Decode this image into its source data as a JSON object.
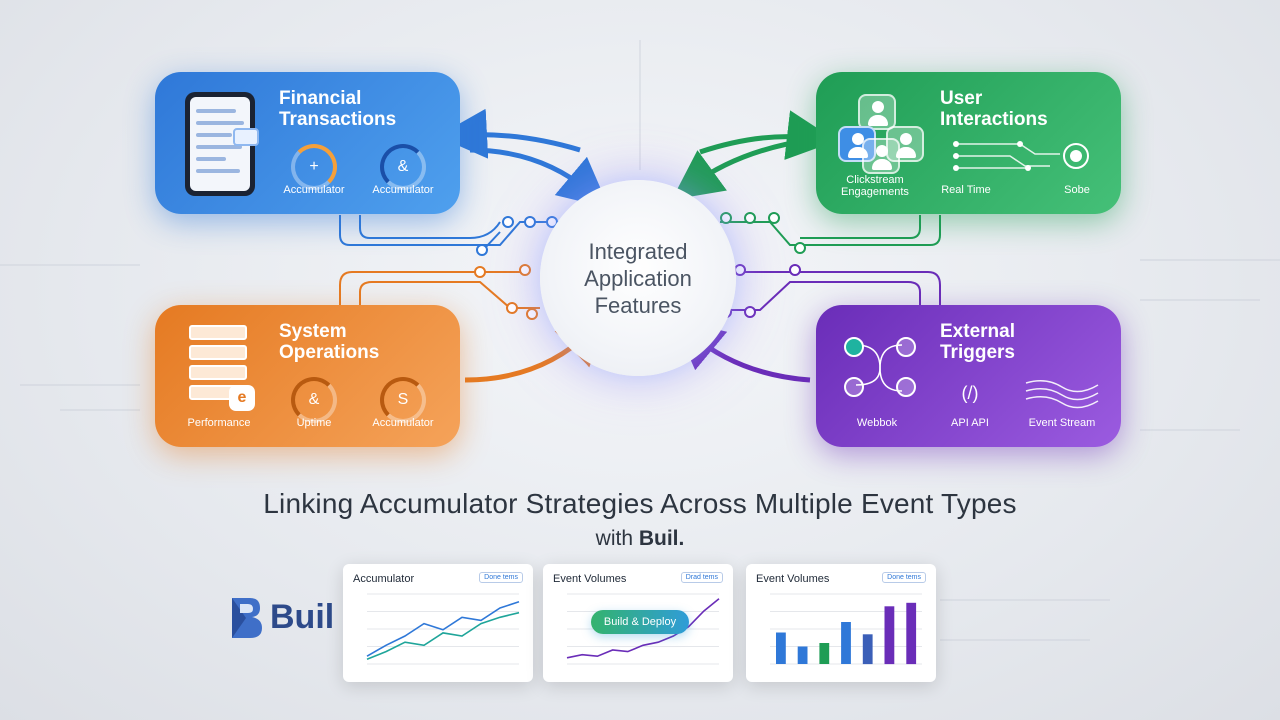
{
  "hub": {
    "lines": [
      "Integrated",
      "Application",
      "Features"
    ]
  },
  "cards": {
    "financial": {
      "title": [
        "Financial",
        "Transactions"
      ],
      "labels": [
        "Accumulator",
        "Accumulator"
      ],
      "gauge_glyphs": [
        "+",
        "&"
      ],
      "color": "#2f78d8"
    },
    "user": {
      "title": [
        "User",
        "Interactions"
      ],
      "labels": [
        "Clickstream",
        "Engagements",
        "Real Time",
        "Sobe"
      ],
      "color": "#1f9d55"
    },
    "system": {
      "title": [
        "System",
        "Operations"
      ],
      "labels": [
        "Performance",
        "Uptime",
        "Accumulator"
      ],
      "gauge_glyphs": [
        "&",
        "S"
      ],
      "badge_glyph": "e",
      "color": "#e57a22"
    },
    "external": {
      "title": [
        "External",
        "Triggers"
      ],
      "labels": [
        "Webbok",
        "API API",
        "Event Stream"
      ],
      "api_glyph": "(/)",
      "color": "#6a2db8"
    }
  },
  "headline": "Linking Accumulator Strategies Across Multiple Event Types",
  "subheadline": {
    "prefix": "with ",
    "brand": "Buil."
  },
  "brand": {
    "name": "Buil"
  },
  "panels": [
    {
      "title": "Accumulator",
      "button": "Done tems",
      "chart_data": {
        "type": "line",
        "series": [
          {
            "values": [
              5,
              12,
              18,
              26,
              22,
              30,
              28,
              36,
              40
            ]
          },
          {
            "values": [
              3,
              8,
              14,
              12,
              20,
              18,
              26,
              30,
              33
            ]
          }
        ],
        "ylim": [
          0,
          45
        ]
      }
    },
    {
      "title": "Event Volumes",
      "button": "Drad tems",
      "chart_data": {
        "type": "line",
        "series": [
          {
            "values": [
              4,
              6,
              5,
              9,
              8,
              12,
              14,
              18,
              24,
              34,
              42
            ]
          }
        ],
        "ylim": [
          0,
          45
        ]
      }
    },
    {
      "title": "Event Volumes",
      "button": "Done tems",
      "chart_data": {
        "type": "bar",
        "values": [
          18,
          10,
          12,
          24,
          17,
          33,
          35
        ],
        "colors": [
          "#2f78d8",
          "#2f78d8",
          "#1f9d55",
          "#2f78d8",
          "#3b5fb8",
          "#6a2db8",
          "#6a2db8"
        ],
        "ylim": [
          0,
          40
        ]
      }
    }
  ],
  "deploy_button": "Build & Deploy",
  "colors": {
    "blue": "#2f78d8",
    "green": "#1f9d55",
    "orange": "#e57a22",
    "purple": "#6a2db8",
    "text": "#2d3540"
  }
}
